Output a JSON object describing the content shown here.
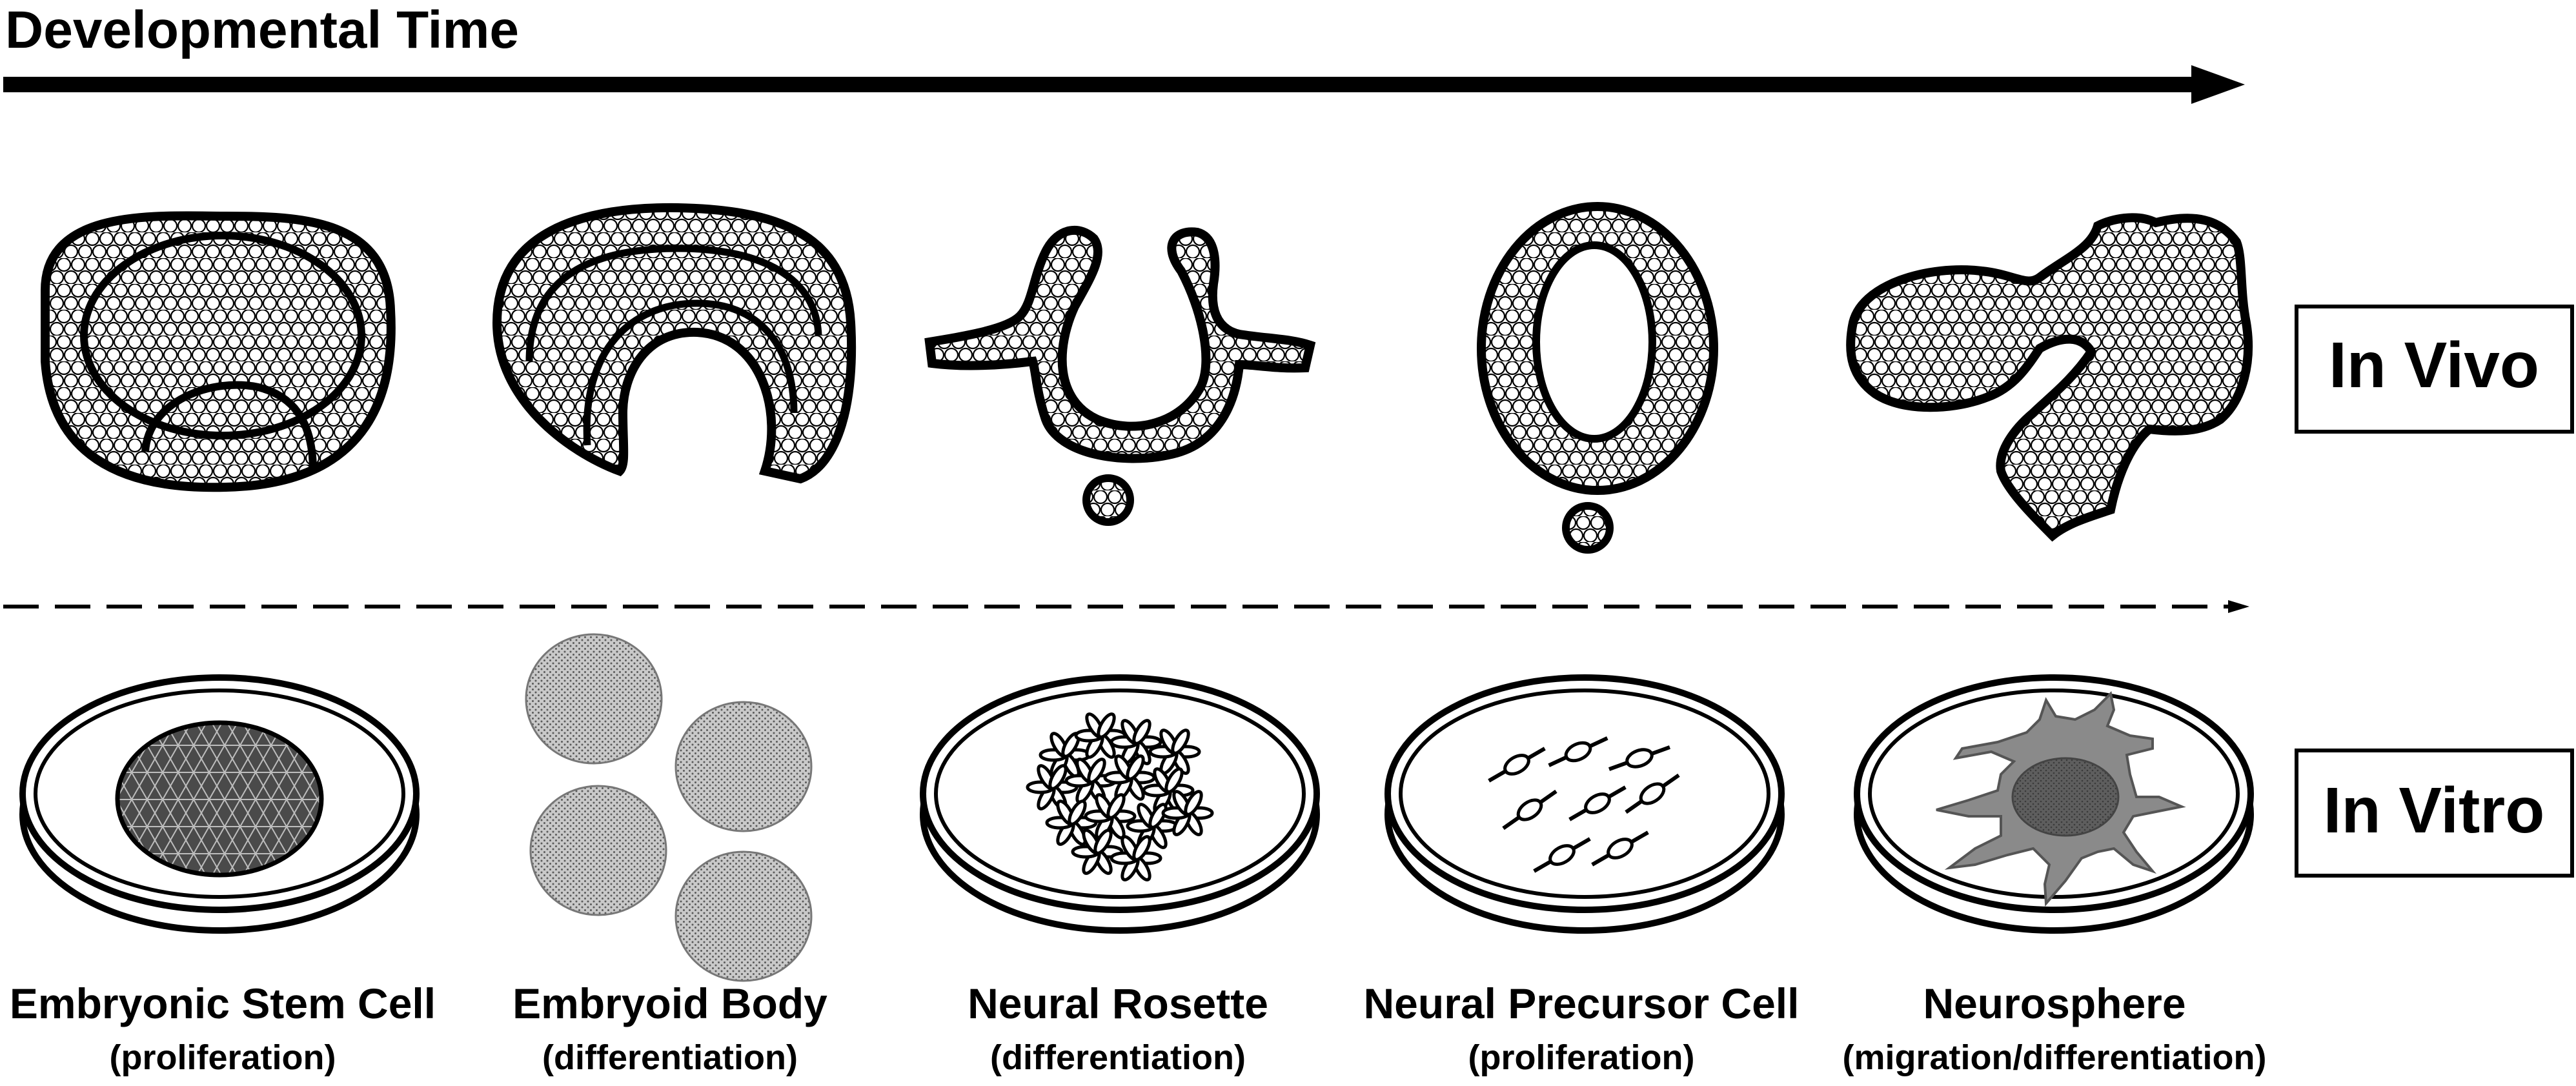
{
  "header": {
    "title": "Developmental Time"
  },
  "rows": {
    "in_vivo_label": "In Vivo",
    "in_vitro_label": "In Vitro"
  },
  "stages": [
    {
      "name": "Embryonic Stem Cell",
      "process": "(proliferation)"
    },
    {
      "name": "Embryoid Body",
      "process": "(differentiation)"
    },
    {
      "name": "Neural Rosette",
      "process": "(differentiation)"
    },
    {
      "name": "Neural Precursor Cell",
      "process": "(proliferation)"
    },
    {
      "name": "Neurosphere",
      "process": "(migration/differentiation)"
    }
  ],
  "colors": {
    "ink": "#000000",
    "paper": "#ffffff",
    "colony_dark": "#4a4a4a",
    "stipple": "#b8b8b8",
    "neurosphere_outer": "#8a8a8a",
    "neurosphere_core": "#5a5a5a"
  }
}
